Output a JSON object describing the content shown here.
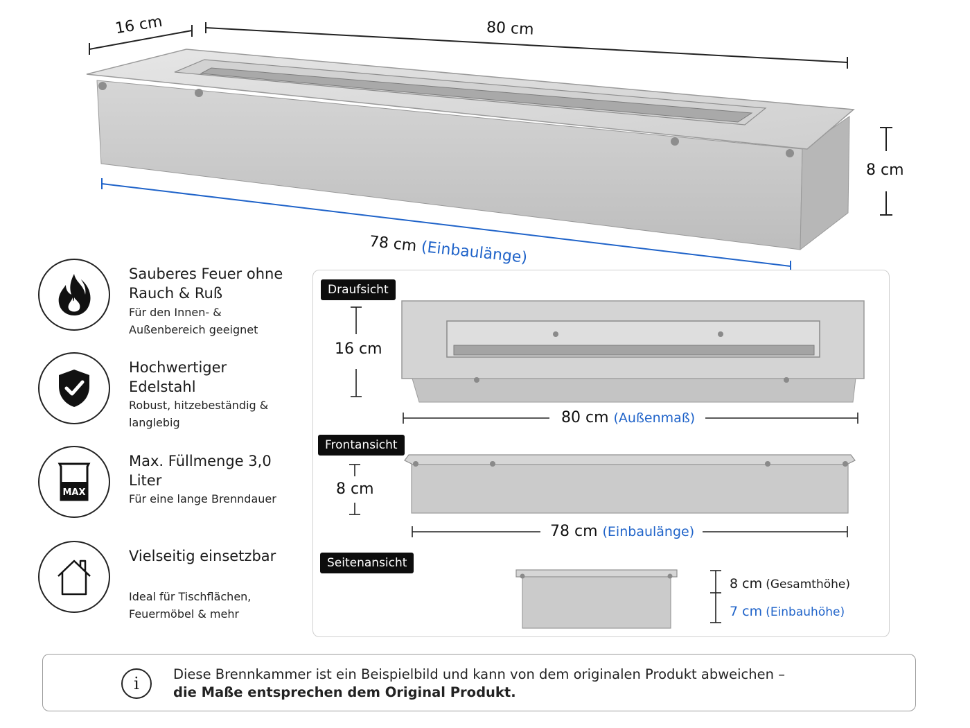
{
  "hero": {
    "depth_label": "16 cm",
    "length_label": "80 cm",
    "height_label": "8 cm",
    "install_length_value": "78 cm",
    "install_length_note": "(Einbaulänge)"
  },
  "features": [
    {
      "icon": "fire-icon",
      "title": "Sauberes Feuer ohne Rauch & Ruß",
      "subtitle": "Für den Innen- & Außenbereich geeignet"
    },
    {
      "icon": "shield-check-icon",
      "title": "Hochwertiger Edelstahl",
      "subtitle": "Robust, hitzebeständig & langlebig"
    },
    {
      "icon": "max-container-icon",
      "icon_text": "MAX",
      "title": "Max. Füllmenge 3,0 Liter",
      "subtitle": "Für eine lange Brenndauer"
    },
    {
      "icon": "house-icon",
      "title": "Vielseitig einsetzbar",
      "subtitle": "Ideal für Tischflächen, Feuermöbel & mehr"
    }
  ],
  "views": {
    "top": {
      "tag": "Draufsicht",
      "depth": "16 cm",
      "length_value": "80 cm",
      "length_note": "(Außenmaß)"
    },
    "front": {
      "tag": "Frontansicht",
      "height": "8 cm",
      "length_value": "78 cm",
      "length_note": "(Einbaulänge)"
    },
    "side": {
      "tag": "Seitenansicht",
      "total_value": "8 cm",
      "total_note": "(Gesamthöhe)",
      "install_value": "7 cm",
      "install_note": "(Einbauhöhe)"
    }
  },
  "info": {
    "icon": "info-icon",
    "icon_text": "i",
    "line1": "Diese Brennkammer ist ein Beispielbild und kann von dem originalen Produkt abweichen –",
    "line2": "die Maße entsprechen dem Original Produkt."
  },
  "colors": {
    "accent_blue": "#1f63c9",
    "steel": "#c9c9c9",
    "tag_bg": "#0d0d0d"
  }
}
